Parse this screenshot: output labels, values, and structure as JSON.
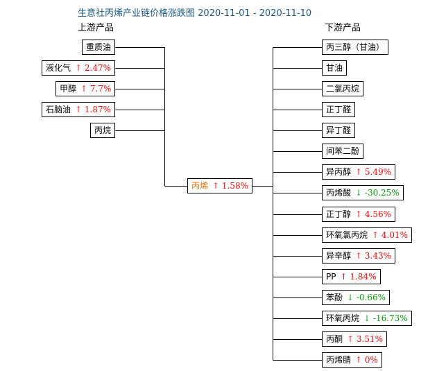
{
  "title": "生意社丙烯产业链价格涨跌图 2020-11-01 - 2020-11-10",
  "upstream_header": "上游产品",
  "downstream_header": "下游产品",
  "center": {
    "name": "丙烯",
    "arrow": "↑",
    "change": "1.58%",
    "direction": "up"
  },
  "upstream": [
    {
      "name": "重质油",
      "arrow": "",
      "change": "",
      "direction": "none"
    },
    {
      "name": "液化气",
      "arrow": "↑",
      "change": "2.47%",
      "direction": "up"
    },
    {
      "name": "甲醇",
      "arrow": "↑",
      "change": "7.7%",
      "direction": "up"
    },
    {
      "name": "石脑油",
      "arrow": "↑",
      "change": "1.87%",
      "direction": "up"
    },
    {
      "name": "丙烷",
      "arrow": "",
      "change": "",
      "direction": "none"
    }
  ],
  "downstream": [
    {
      "name": "丙三醇（甘油）",
      "arrow": "",
      "change": "",
      "direction": "none"
    },
    {
      "name": "甘油",
      "arrow": "",
      "change": "",
      "direction": "none"
    },
    {
      "name": "二氯丙烷",
      "arrow": "",
      "change": "",
      "direction": "none"
    },
    {
      "name": "正丁醛",
      "arrow": "",
      "change": "",
      "direction": "none"
    },
    {
      "name": "异丁醛",
      "arrow": "",
      "change": "",
      "direction": "none"
    },
    {
      "name": "间苯二酚",
      "arrow": "",
      "change": "",
      "direction": "none"
    },
    {
      "name": "异丙醇",
      "arrow": "↑",
      "change": "5.49%",
      "direction": "up"
    },
    {
      "name": "丙烯酸",
      "arrow": "↓",
      "change": "-30.25%",
      "direction": "down"
    },
    {
      "name": "正丁醇",
      "arrow": "↑",
      "change": "4.56%",
      "direction": "up"
    },
    {
      "name": "环氧氯丙烷",
      "arrow": "↑",
      "change": "4.01%",
      "direction": "up"
    },
    {
      "name": "异辛醇",
      "arrow": "↑",
      "change": "3.43%",
      "direction": "up"
    },
    {
      "name": "PP",
      "arrow": "↑",
      "change": "1.84%",
      "direction": "up"
    },
    {
      "name": "苯酚",
      "arrow": "↓",
      "change": "-0.66%",
      "direction": "down"
    },
    {
      "name": "环氧丙烷",
      "arrow": "↓",
      "change": "-16.73%",
      "direction": "down"
    },
    {
      "name": "丙酮",
      "arrow": "↑",
      "change": "3.51%",
      "direction": "up"
    },
    {
      "name": "丙烯腈",
      "arrow": "↑",
      "change": "0%",
      "direction": "up"
    }
  ]
}
